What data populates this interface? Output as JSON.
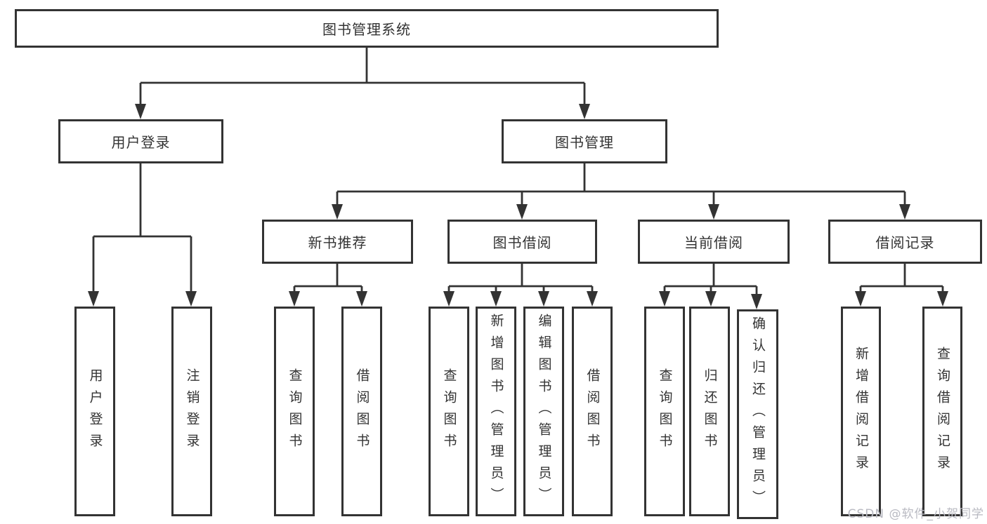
{
  "diagram": {
    "tree": {
      "label": "图书管理系统",
      "children": [
        {
          "label": "用户登录",
          "children": [
            {
              "label": "用户登录"
            },
            {
              "label": "注销登录"
            }
          ]
        },
        {
          "label": "图书管理",
          "children": [
            {
              "label": "新书推荐",
              "children": [
                {
                  "label": "查询图书"
                },
                {
                  "label": "借阅图书"
                }
              ]
            },
            {
              "label": "图书借阅",
              "children": [
                {
                  "label": "查询图书"
                },
                {
                  "label": "新增图书（管理员）"
                },
                {
                  "label": "编辑图书（管理员）"
                },
                {
                  "label": "借阅图书"
                }
              ]
            },
            {
              "label": "当前借阅",
              "children": [
                {
                  "label": "查询图书"
                },
                {
                  "label": "归还图书"
                },
                {
                  "label": "确认归还（管理员）"
                }
              ]
            },
            {
              "label": "借阅记录",
              "children": [
                {
                  "label": "新增借阅记录"
                },
                {
                  "label": "查询借阅记录"
                }
              ]
            }
          ]
        }
      ]
    }
  },
  "watermark": {
    "text": "CSDN @软件_小贺同学"
  },
  "colors": {
    "line": "#333333",
    "text": "#333333",
    "watermark": "#b9bac2",
    "background": "#ffffff"
  }
}
